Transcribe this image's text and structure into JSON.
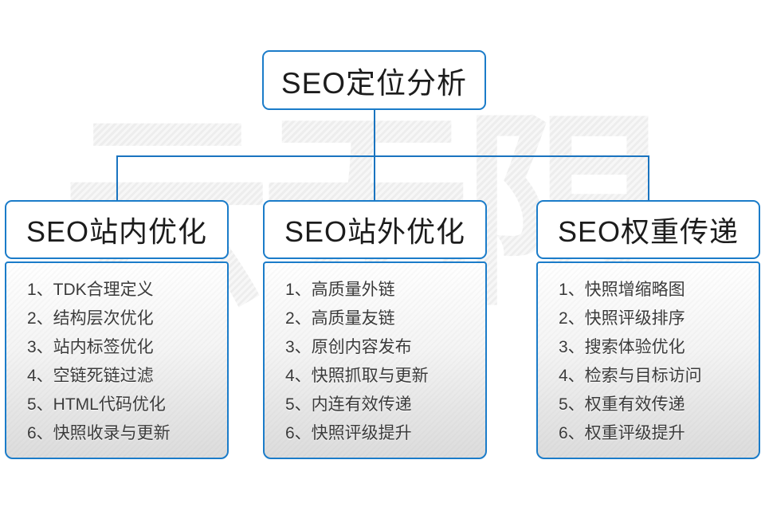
{
  "page": {
    "watermark_text": "云无限",
    "accent_color": "#1b7cc9",
    "background_color": "#ffffff"
  },
  "diagram": {
    "root_title": "SEO定位分析",
    "columns": [
      {
        "title": "SEO站内优化",
        "items": [
          "1、TDK合理定义",
          "2、结构层次优化",
          "3、站内标签优化",
          "4、空链死链过滤",
          "5、HTML代码优化",
          "6、快照收录与更新"
        ]
      },
      {
        "title": "SEO站外优化",
        "items": [
          "1、高质量外链",
          "2、高质量友链",
          "3、原创内容发布",
          "4、快照抓取与更新",
          "5、内连有效传递",
          "6、快照评级提升"
        ]
      },
      {
        "title": "SEO权重传递",
        "items": [
          "1、快照增缩略图",
          "2、快照评级排序",
          "3、搜索体验优化",
          "4、检索与目标访问",
          "5、权重有效传递",
          "6、权重评级提升"
        ]
      }
    ]
  }
}
